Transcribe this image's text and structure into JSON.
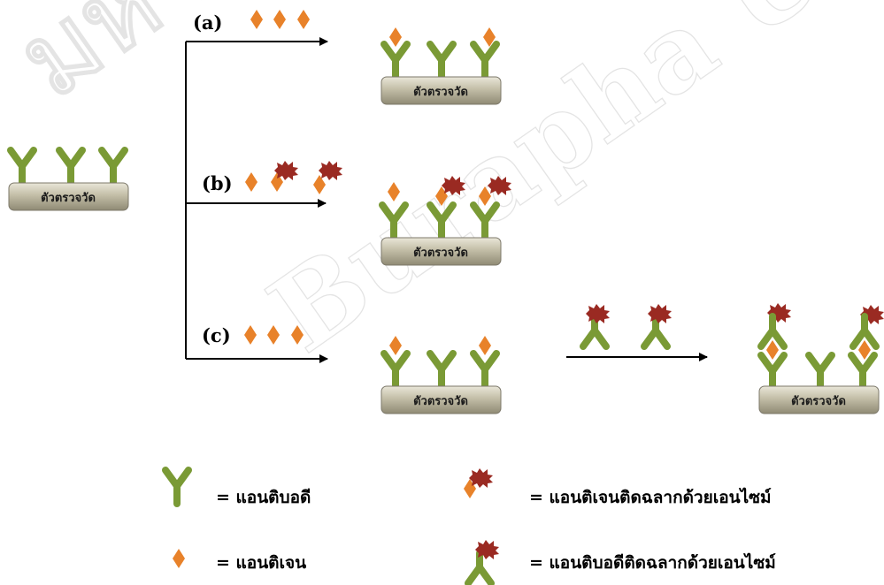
{
  "plate_label": "ตัวตรวจวัด",
  "steps": {
    "a": "(a)",
    "b": "(b)",
    "c": "(c)"
  },
  "legend": {
    "antibody": "= แอนติบอดี",
    "antigen": "= แอนติเจน",
    "enzyme_antigen": "= แอนติเจนติดฉลากด้วยเอนไซม์",
    "enzyme_antibody": "= แอนติบอดีติดฉลากด้วยเอนไซม์"
  },
  "watermark": {
    "line1": "มหา",
    "line2": "Burapha Uni"
  },
  "colors": {
    "antibody": "#7a9a35",
    "antigen": "#e8822a",
    "enzyme": "#9a2a22",
    "plate": "#b9b39c",
    "arrow": "#000000"
  }
}
